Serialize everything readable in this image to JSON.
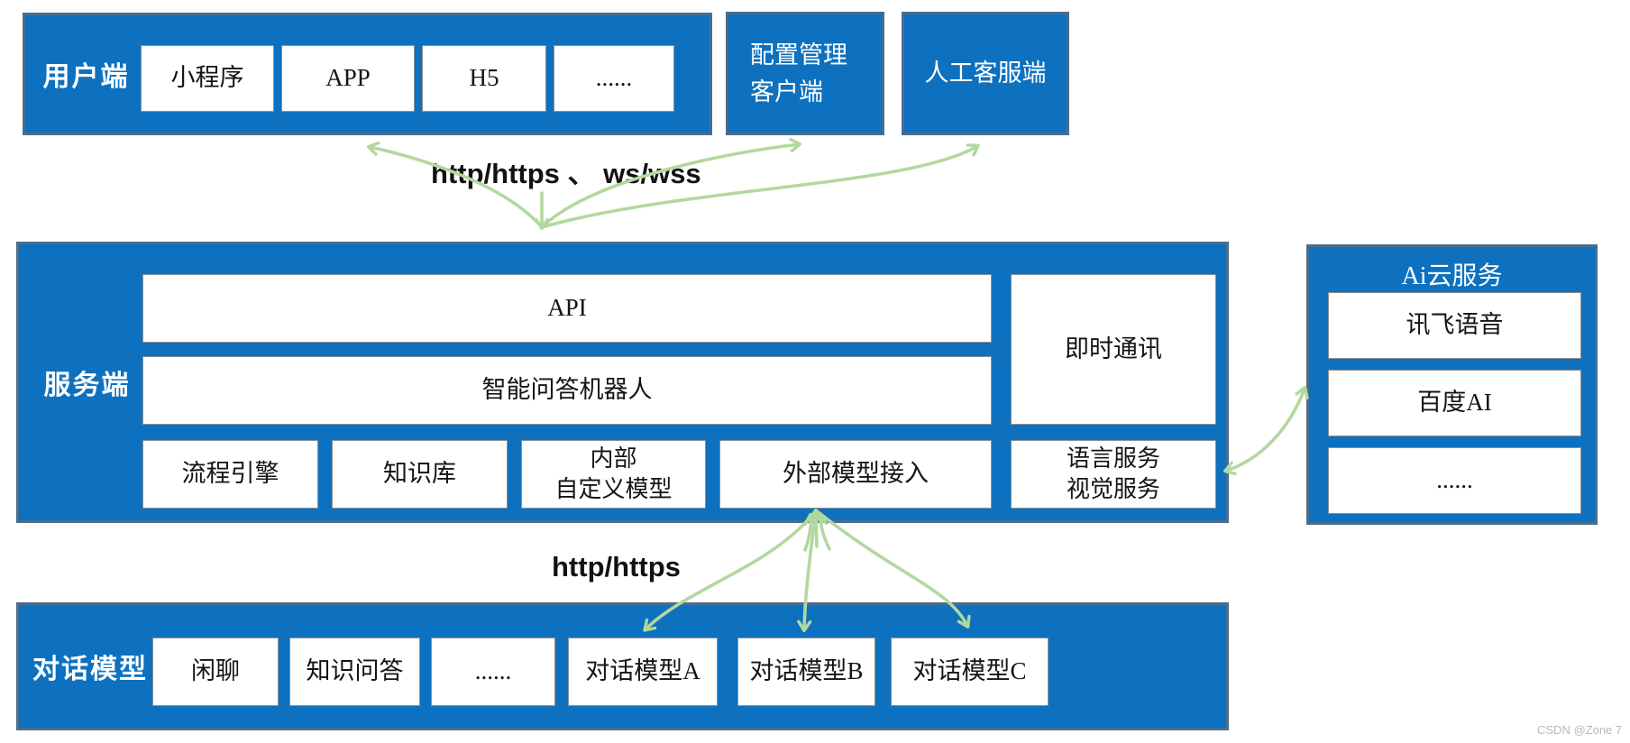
{
  "colors": {
    "band_blue": "#0d71bf",
    "band_border": "#4a6d8e",
    "white_box_border": "#8f8f8f",
    "arrow_green": "#b3d89f",
    "text_dark": "#141414",
    "watermark_gray": "#b5b9bd"
  },
  "user_band": {
    "label": "用户端",
    "boxes": [
      "小程序",
      "APP",
      "H5",
      "......"
    ]
  },
  "config_client": {
    "line1": "配置管理",
    "line2": "客户端"
  },
  "agent_client": {
    "label": "人工客服端"
  },
  "protocol_top": "http/https 、 ws/wss",
  "server_band": {
    "label": "服务端",
    "api": "API",
    "bot": "智能问答机器人",
    "flow_engine": "流程引擎",
    "knowledge_base": "知识库",
    "internal_model": {
      "line1": "内部",
      "line2": "自定义模型"
    },
    "external_model": "外部模型接入",
    "im": "即时通讯",
    "lang_service": {
      "line1": "语言服务",
      "line2": "视觉服务"
    }
  },
  "ai_cloud": {
    "title": "Ai云服务",
    "boxes": [
      "讯飞语音",
      "百度AI",
      "......"
    ]
  },
  "protocol_bottom": "http/https",
  "dialog_band": {
    "label": "对话模型",
    "boxes": [
      "闲聊",
      "知识问答",
      "......",
      "对话模型A",
      "对话模型B",
      "对话模型C"
    ]
  },
  "watermark": "CSDN @Zone 7"
}
